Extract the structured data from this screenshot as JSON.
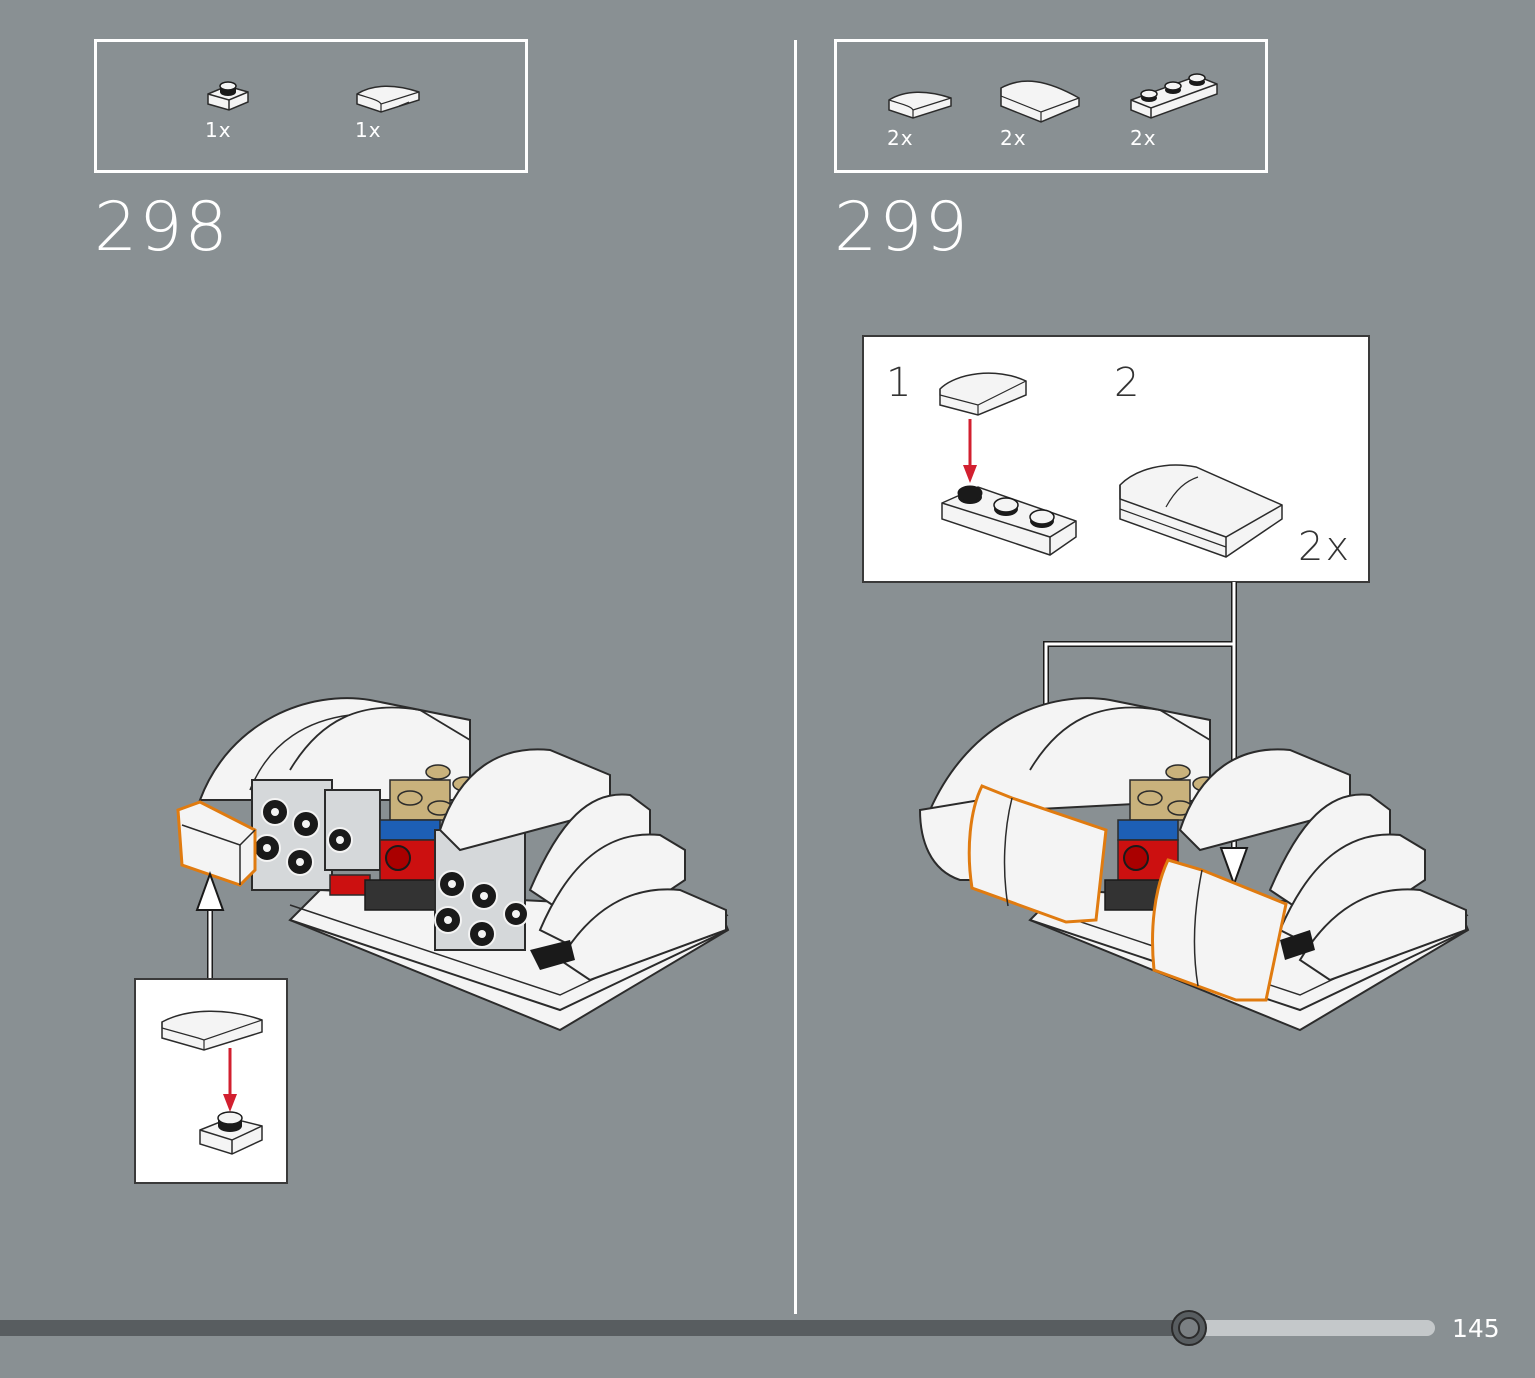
{
  "colors": {
    "background": "#899093",
    "brick_white": "#f4f4f4",
    "outline": "#2b2b2b",
    "highlight": "#e07b10",
    "arrow_red": "#d21f2f",
    "tan": "#c9b27c",
    "red": "#cc1010",
    "blue": "#1d5fb5",
    "light_gray": "#d5d8da"
  },
  "steps": [
    {
      "number": "298",
      "parts": [
        {
          "icon": "plate-1x1-round-stud-icon",
          "qty": "1x"
        },
        {
          "icon": "curved-slope-1x2-icon",
          "qty": "1x"
        }
      ]
    },
    {
      "number": "299",
      "parts": [
        {
          "icon": "curved-slope-1x2-icon",
          "qty": "2x"
        },
        {
          "icon": "curved-slope-2x2-icon",
          "qty": "2x"
        },
        {
          "icon": "plate-1x3-icon",
          "qty": "2x"
        }
      ],
      "callout": {
        "sub1": "1",
        "sub2": "2",
        "qty": "2x"
      }
    }
  ],
  "page": {
    "number": "145",
    "progress": 0.775
  }
}
